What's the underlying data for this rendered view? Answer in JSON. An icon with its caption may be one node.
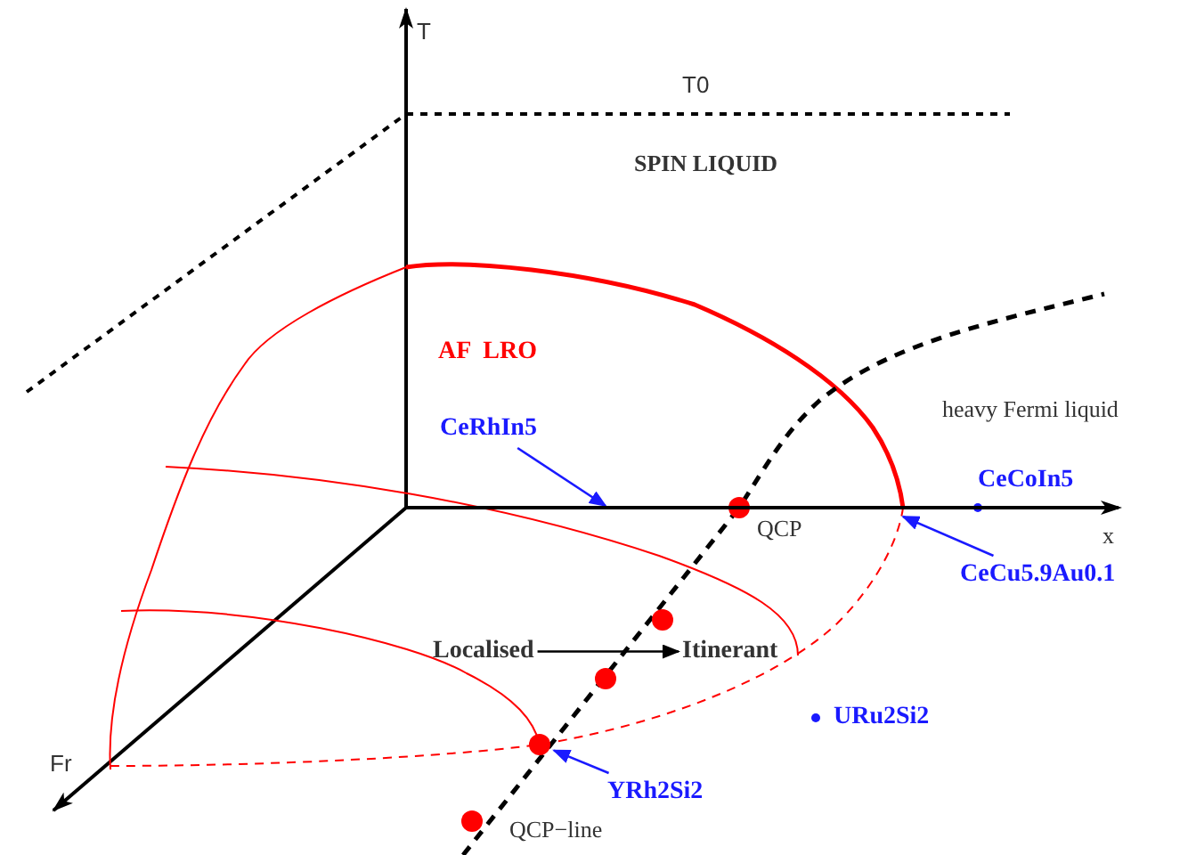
{
  "diagram": {
    "nodes": [
      {
        "text": [
          "Localised"
        ]
      },
      {
        "text": [
          "Itinerant"
        ]
      },
      {
        "text": [
          "CeRhIn5"
        ]
      },
      {
        "text": [
          "CeCu5.9Au0.1"
        ]
      },
      {
        "text": [
          "YRh2Si2"
        ]
      },
      {
        "text": [],
        "shape": "circle"
      },
      {
        "text": [],
        "shape": "line"
      }
    ],
    "edges": [
      {
        "from": 0,
        "to": 1,
        "arrow": "to",
        "color": "#000000"
      },
      {
        "from": 2,
        "to": 6,
        "arrow": "to"
      },
      {
        "from": 3,
        "to": 6,
        "arrow": "to"
      },
      {
        "from": 4,
        "to": 5,
        "arrow": "to"
      }
    ],
    "labels": [
      "T",
      "T0",
      "SPIN LIQUID",
      "AF  LRO",
      "heavy Fermi liquid",
      "CeCoIn5",
      "x",
      "QCP",
      "URu2Si2",
      "QCP−line",
      "Fr"
    ]
  }
}
